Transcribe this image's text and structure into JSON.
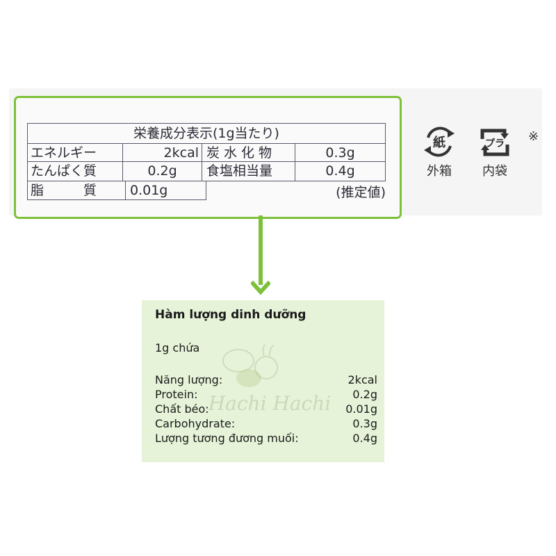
{
  "jp_label": {
    "title": "栄養成分表示(1g当たり)",
    "rows_left": [
      {
        "label": "エネルギー",
        "value": "2kcal"
      },
      {
        "label": "たんぱく質",
        "value": "0.2g"
      },
      {
        "label": "脂　　　質",
        "value": "0.01g"
      }
    ],
    "rows_right": [
      {
        "label": "炭水化物",
        "value": "0.3g"
      },
      {
        "label": "食塩相当量",
        "value": "0.4g"
      }
    ],
    "estimated_note": "(推定値)"
  },
  "recycle_marks": [
    {
      "icon": "paper-recycle-icon",
      "symbol": "紙",
      "caption": "外箱"
    },
    {
      "icon": "plastic-recycle-icon",
      "symbol": "プラ",
      "caption": "内袋"
    }
  ],
  "note_mark": "※",
  "translation": {
    "title": "Hàm lượng dinh dưỡng",
    "subtitle": "1g chứa",
    "rows": [
      {
        "label": "Năng lượng:",
        "value": "2kcal"
      },
      {
        "label": "Protein:",
        "value": "0.2g"
      },
      {
        "label": "Chất béo:",
        "value": "0.01g"
      },
      {
        "label": "Carbohydrate:",
        "value": "0.3g"
      },
      {
        "label": "Lượng tương đương muối:",
        "value": "0.4g"
      }
    ],
    "watermark": "Hachi Hachi"
  },
  "colors": {
    "accent_green": "#7dc13a",
    "translation_bg": "#e6f3d8",
    "sheet_bg": "#f5f5f5"
  }
}
